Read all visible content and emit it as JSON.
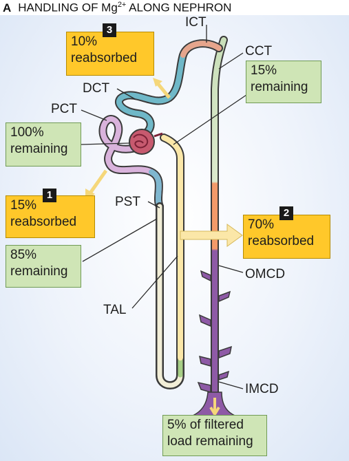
{
  "figure": {
    "panel_letter": "A",
    "title_prefix": "HANDLING OF Mg",
    "title_superscript": "2+",
    "title_suffix": " ALONG NEPHRON"
  },
  "boxes": {
    "dct_reabsorbed": {
      "badge": "3",
      "line1": "10%",
      "line2": "reabsorbed"
    },
    "cct_remaining": {
      "line1": "15%",
      "line2": "remaining"
    },
    "glomerulus_remaining": {
      "line1": "100%",
      "line2": "remaining"
    },
    "pct_reabsorbed": {
      "badge": "1",
      "line1": "15%",
      "line2": "reabsorbed"
    },
    "tal_reabsorbed": {
      "badge": "2",
      "line1": "70%",
      "line2": "reabsorbed"
    },
    "pst_remaining": {
      "line1": "85%",
      "line2": "remaining"
    },
    "final_remaining": {
      "line1": "5% of filtered",
      "line2": "load remaining"
    }
  },
  "segments": {
    "ict": "ICT",
    "cct": "CCT",
    "dct": "DCT",
    "pct": "PCT",
    "pst": "PST",
    "tal": "TAL",
    "omcd": "OMCD",
    "imcd": "IMCD"
  },
  "colors": {
    "yellow_box": "#ffc82a",
    "green_box": "#cfe5b6",
    "pct_tubule": "#d9b3dc",
    "dct_tubule": "#6fb8c8",
    "tal_tubule": "#fbe7a8",
    "omcd_duct": "#f39a6a",
    "imcd_duct": "#8e5aa6",
    "arrow": "#f5d77a"
  }
}
